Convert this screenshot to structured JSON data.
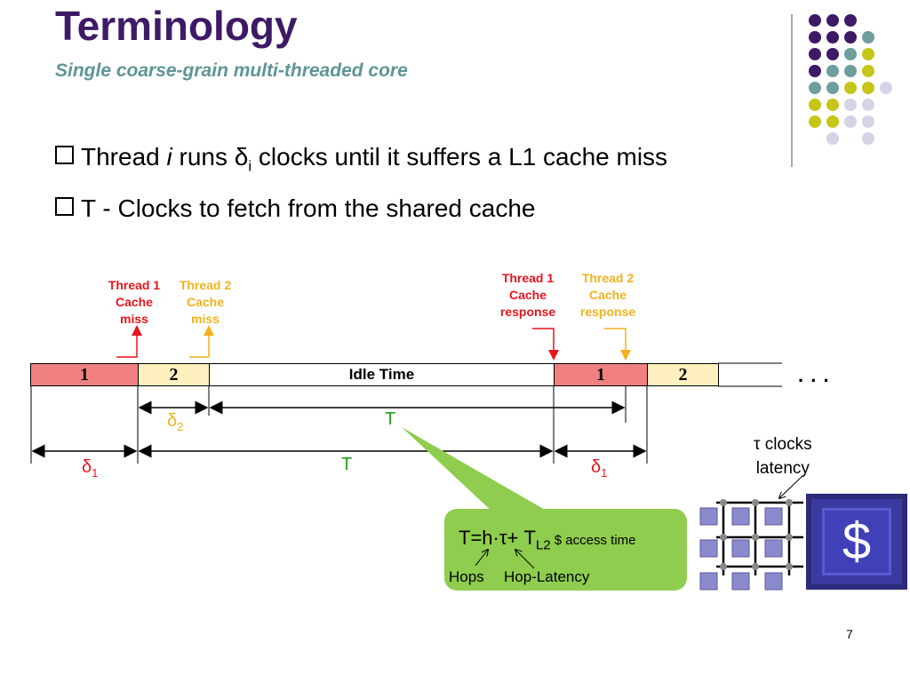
{
  "slide": {
    "title": "Terminology",
    "subtitle": "Single coarse-grain multi-threaded core",
    "bullet1": {
      "prefix": "Thread ",
      "var": "i",
      "mid": "  runs δ",
      "sub": "i",
      "suffix": "  clocks until it suffers a L1 cache miss"
    },
    "bullet2": "T - Clocks to fetch from the shared cache",
    "page_number": "7"
  },
  "timeline": {
    "labels": {
      "t1_miss": "Thread 1\nCache\nmiss",
      "t2_miss": "Thread 2\nCache\nmiss",
      "t1_resp": "Thread 1\nCache\nresponse",
      "t2_resp": "Thread 2\nCache\nresponse"
    },
    "segments": [
      "1",
      "2",
      "Idle Time",
      "1",
      "2"
    ],
    "ellipsis": ". . .",
    "delta2": {
      "base": "δ",
      "sub": "2"
    },
    "delta1_left": {
      "base": "δ",
      "sub": "1"
    },
    "delta1_right": {
      "base": "δ",
      "sub": "1"
    },
    "T_green": "T",
    "T_black": "T"
  },
  "callout": {
    "formula_main": "T=h·τ+ T",
    "formula_sub": "L2",
    "formula_tail": " $ access time",
    "hops": "Hops",
    "hop_latency": "Hop-Latency"
  },
  "network": {
    "tau_label": "τ clocks\nlatency",
    "cache_symbol": "$"
  },
  "colors": {
    "title": "#3d1a66",
    "subtitle": "#5f9595",
    "thread1": "#f08080",
    "thread2": "#fff0c0",
    "red_label": "#e8141c",
    "gold_label": "#f2b21c",
    "green_T": "#21a021",
    "callout": "#8fcd4e"
  }
}
